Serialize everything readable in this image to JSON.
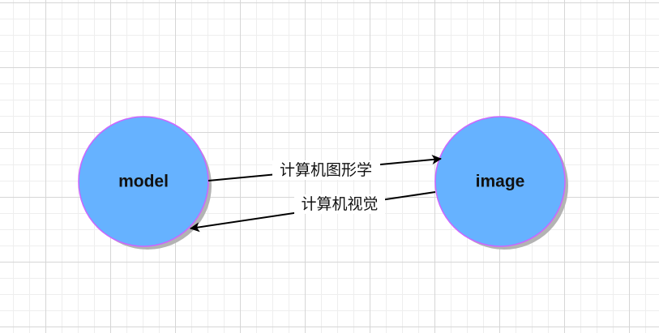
{
  "diagram": {
    "nodes": [
      {
        "id": "model",
        "label": "model"
      },
      {
        "id": "image",
        "label": "image"
      }
    ],
    "edges": [
      {
        "from": "model",
        "to": "image",
        "label": "计算机图形学"
      },
      {
        "from": "image",
        "to": "model",
        "label": "计算机视觉"
      }
    ],
    "colors": {
      "node_fill": "#66b2ff",
      "node_stroke": "#cc66ff",
      "node_shadow": "#b3b3b3",
      "edge": "#000000",
      "grid": "#d6d6d6"
    }
  }
}
